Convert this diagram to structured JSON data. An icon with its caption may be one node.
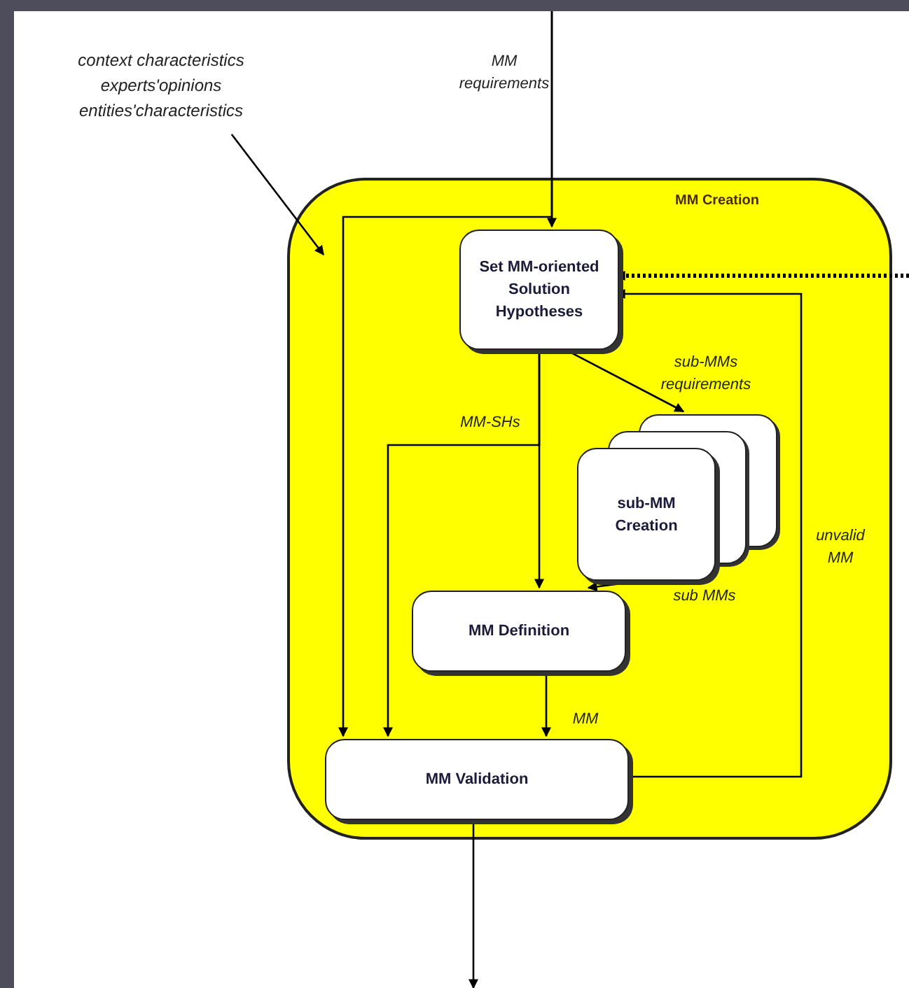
{
  "diagram": {
    "nodes": [
      {
        "text": [
          "context characteristics experts'opinions entities'characteristics"
        ]
      },
      {
        "text": [
          "MM Creation"
        ]
      },
      {
        "text": [
          "Set MM-oriented Solution Hypotheses"
        ],
        "in": 1
      },
      {
        "text": [
          "sub-MM Creation"
        ],
        "in": 1
      },
      {
        "text": [
          "MM Definition"
        ],
        "in": 1
      },
      {
        "text": [
          "MM Validation"
        ],
        "in": 1
      }
    ],
    "edges": [
      {
        "from": 0,
        "to": 1,
        "arrow": "to"
      },
      {
        "from": null,
        "to": 2,
        "arrow": "to",
        "label": "MM requirements"
      },
      {
        "from": null,
        "to": 5,
        "arrow": "to"
      },
      {
        "from": null,
        "to": 2,
        "arrow": "to",
        "style": "dashed"
      },
      {
        "from": 2,
        "to": 3,
        "arrow": "to",
        "label": "sub-MMs requirements"
      },
      {
        "from": 2,
        "to": 4,
        "arrow": "to"
      },
      {
        "from": 2,
        "to": 5,
        "arrow": "to",
        "label": "MM-SHs"
      },
      {
        "from": 3,
        "to": 4,
        "arrow": "to",
        "label": "sub MMs"
      },
      {
        "from": 4,
        "to": 5,
        "arrow": "to",
        "label": "MM"
      },
      {
        "from": 5,
        "to": 2,
        "arrow": "to",
        "label": "unvalid MM"
      },
      {
        "from": 5,
        "to": null,
        "arrow": "to"
      }
    ]
  }
}
